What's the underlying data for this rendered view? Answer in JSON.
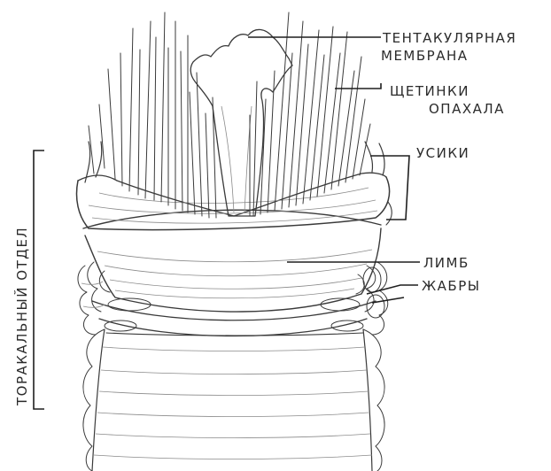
{
  "labels": {
    "tentacle_membrane_line1": "ТЕНТАКУЛЯРНАЯ",
    "tentacle_membrane_line2": "МЕМБРАНА",
    "fan_bristles_line1": "ЩЕТИНКИ",
    "fan_bristles_line2": "ОПАХАЛА",
    "antennae": "УСИКИ",
    "limb": "ЛИМБ",
    "gills": "ЖАБРЫ",
    "thoracic_section": "ТОРАКАЛЬНЫЙ ОТДЕЛ"
  },
  "colors": {
    "ink": "#3a3a3a",
    "leader": "#1e1e1e",
    "paper": "#ffffff"
  }
}
